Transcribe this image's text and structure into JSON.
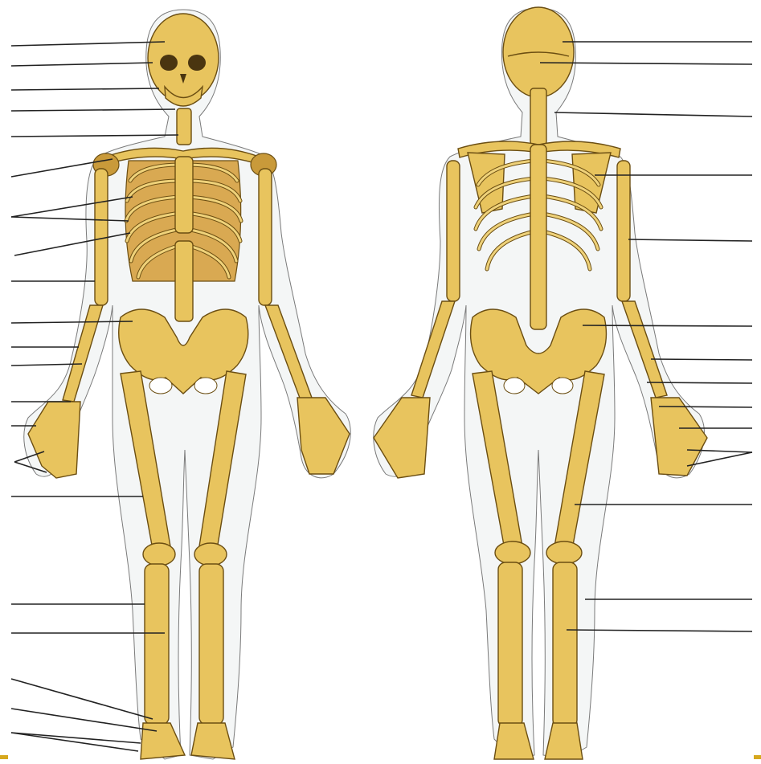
{
  "diagram": {
    "views": [
      "anterior",
      "posterior"
    ],
    "label_lines_left": 21,
    "label_lines_right": 14,
    "labels_blank": true
  },
  "colors": {
    "bone": "#e8c45e",
    "bone_shadow": "#c99a3a",
    "bone_outline": "#6b4e12",
    "body_outline": "#7a7a7a",
    "leader_line": "#222222",
    "accent": "#d6a81e"
  }
}
